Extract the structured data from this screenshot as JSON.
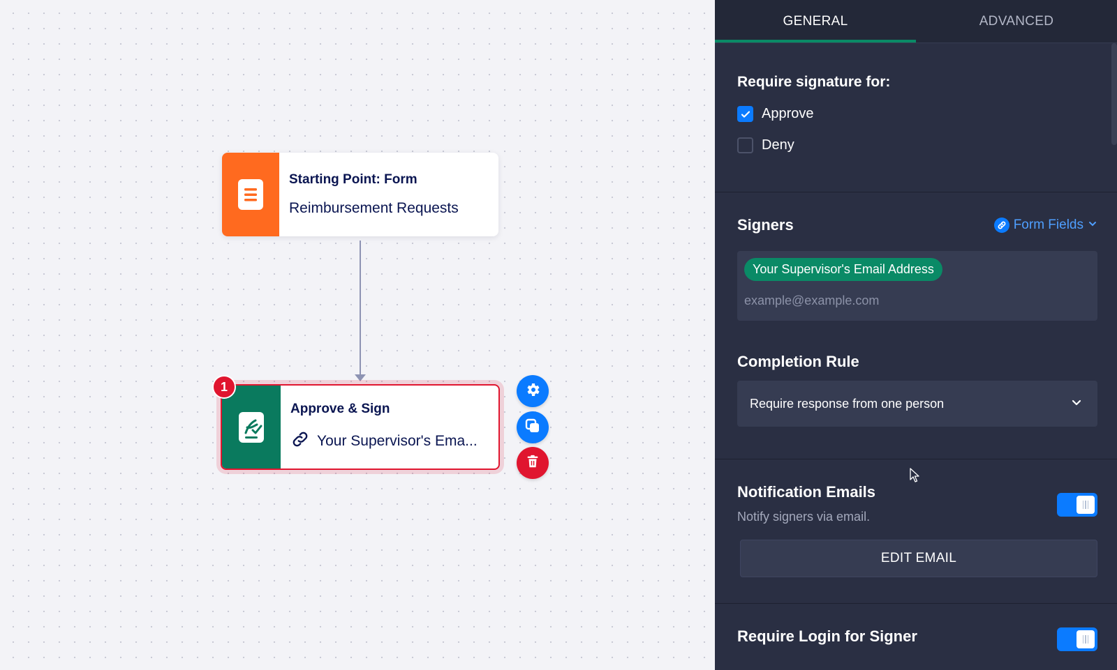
{
  "canvas": {
    "start_node": {
      "title": "Starting Point: Form",
      "subtitle": "Reimbursement Requests",
      "icon": "form-list-icon",
      "color": "#ff6a1f"
    },
    "approve_node": {
      "badge": "1",
      "title": "Approve & Sign",
      "subtitle": "Your Supervisor's Ema...",
      "icon": "signature-document-icon",
      "color": "#0a7a5e"
    },
    "actions": {
      "settings_icon": "gear-icon",
      "duplicate_icon": "duplicate-icon",
      "delete_icon": "trash-icon"
    }
  },
  "panel": {
    "tabs": [
      {
        "label": "GENERAL",
        "active": true
      },
      {
        "label": "ADVANCED",
        "active": false
      }
    ],
    "signature": {
      "label": "Require signature for:",
      "options": [
        {
          "label": "Approve",
          "checked": true
        },
        {
          "label": "Deny",
          "checked": false
        }
      ]
    },
    "signers": {
      "label": "Signers",
      "form_fields_label": "Form Fields",
      "chip": "Your Supervisor's Email Address",
      "placeholder": "example@example.com"
    },
    "completion_rule": {
      "label": "Completion Rule",
      "selected": "Require response from one person"
    },
    "notification": {
      "label": "Notification Emails",
      "subtitle": "Notify signers via email.",
      "enabled": true,
      "edit_button": "EDIT EMAIL"
    },
    "login": {
      "label": "Require Login for Signer",
      "enabled": true
    }
  },
  "colors": {
    "accent_blue": "#0b7bff",
    "accent_green": "#0a8a66",
    "danger_red": "#e0152f",
    "panel_bg": "#2a2f43"
  }
}
